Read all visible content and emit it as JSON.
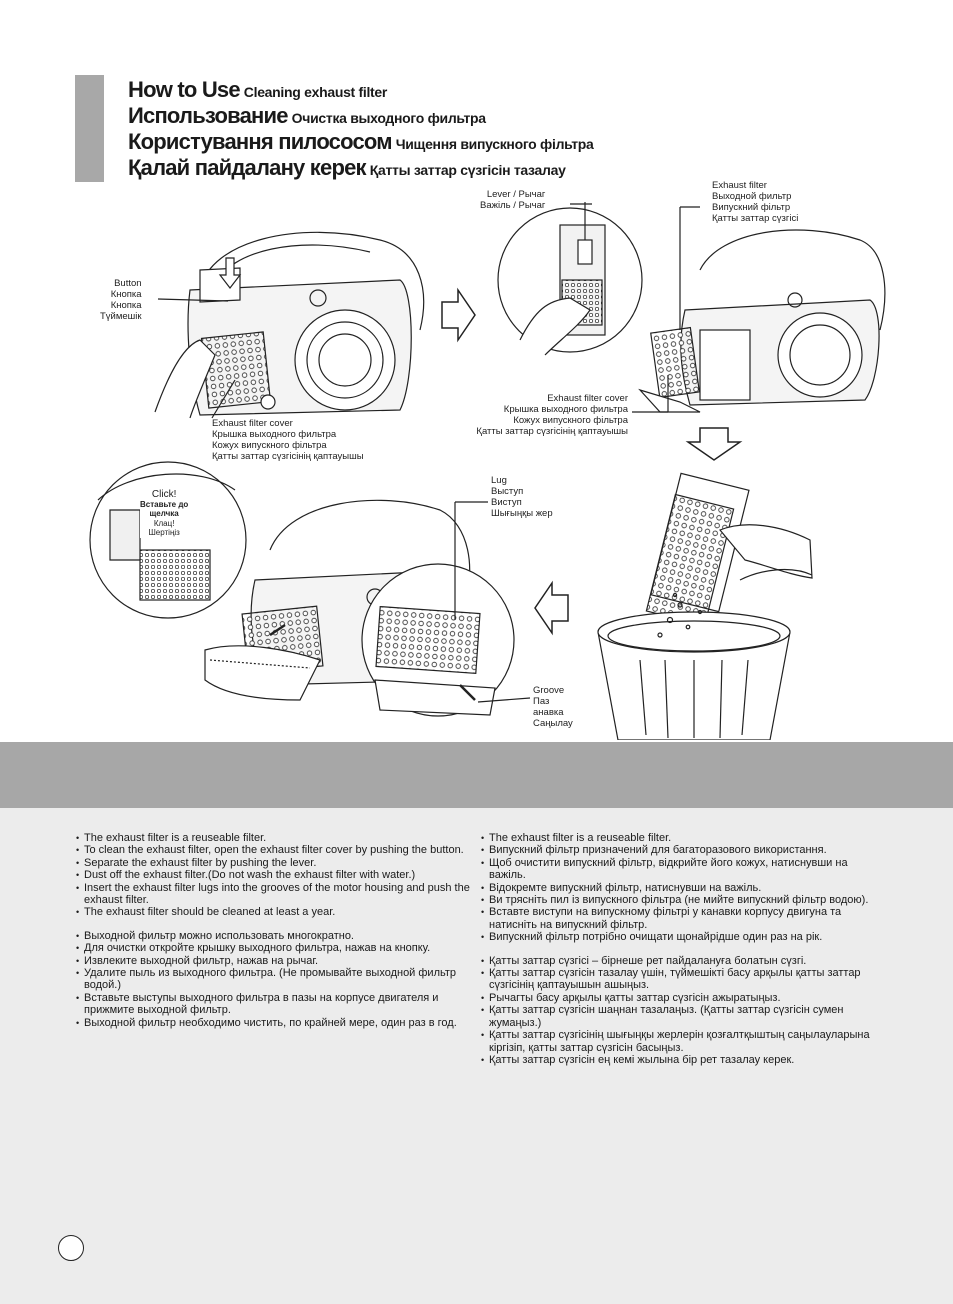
{
  "titles": [
    {
      "main": "How to Use",
      "sub": "Cleaning exhaust filter"
    },
    {
      "main": "Использование",
      "sub": "Очистка выходного фильтра"
    },
    {
      "main": "Користування пилососом",
      "sub": "Чищення випускного фільтра"
    },
    {
      "main": "Қалай пайдалану керек",
      "sub": "Қатты заттар сүзгісін тазалау"
    }
  ],
  "labels": {
    "button": [
      "Button",
      "Кнопка",
      "Кнопка",
      "Түймешік"
    ],
    "exhaust_cover_1": [
      "Exhaust filter cover",
      "Крышка выходного фильтра",
      "Кожух випускного фільтра",
      "Қатты заттар сүзгісінің қаптауышы"
    ],
    "lever": [
      "Lever / Рычаг",
      "Важіль / Рычаг"
    ],
    "exhaust_filter": [
      "Exhaust filter",
      "Выходной фильтр",
      "Випускний фільтр",
      "Қатты заттар сүзгісі"
    ],
    "exhaust_cover_2": [
      "Exhaust filter cover",
      "Крышка выходного фильтра",
      "Кожух випускного фільтра",
      "Қатты заттар сүзгісінің қаптауышы"
    ],
    "click": [
      "Click!",
      "Вставьте до",
      "щелчка",
      "Клац!",
      "Шертіңіз"
    ],
    "lug": [
      "Lug",
      "Выступ",
      "Виступ",
      "Шығыңқы жер"
    ],
    "groove": [
      "Groove",
      "Паз",
      "анавка",
      "Саңылау"
    ]
  },
  "left_column": [
    [
      "The exhaust filter is a reuseable filter.",
      "To clean the exhaust filter, open the exhaust filter cover by pushing the button.",
      "Separate the exhaust filter by pushing the lever.",
      "Dust off the exhaust filter.(Do not wash the exhaust filter with water.)",
      "Insert the exhaust filter lugs into the grooves of the motor housing and push the exhaust filter.",
      "The exhaust filter should be cleaned at least a year."
    ],
    [
      "Выходной фильтр можно использовать многократно.",
      "Для очистки откройте крышку выходного фильтра, нажав на кнопку.",
      "Извлеките выходной фильтр, нажав на рычаг.",
      "Удалите пыль из выходного фильтра. (Не промывайте выходной фильтр водой.)",
      "Вставьте выступы выходного фильтра в пазы на корпусе двигателя и прижмите выходной фильтр.",
      "Выходной фильтр необходимо чистить, по крайней мере, один раз в год."
    ]
  ],
  "right_column": [
    [
      "The exhaust filter is a reuseable filter.",
      "Випускний фільтр призначений для багаторазового використання.",
      "Щоб очистити випускний фільтр, відкрийте його кожух, натиснувши на важіль.",
      "Відокремте випускний фільтр, натиснувши на важіль.",
      "Ви трясніть пил із випускного фільтра (не мийте випускний фільтр водою).",
      "Вставте виступи на випускному фільтрі у канавки корпусу двигуна та натисніть на випускний фільтр.",
      "Випускний фільтр потрібно очищати щонайрідше один раз на рік."
    ],
    [
      "Қатты заттар сүзгісі – бірнеше рет пайдалануға болатын сүзгі.",
      "Қатты заттар сүзгісін тазалау үшін, түймешікті басу арқылы қатты заттар сүзгісінің қаптауышын ашыңыз.",
      "Рычагты басу арқылы қатты заттар сүзгісін ажыратыңыз.",
      "Қатты заттар сүзгісін шаңнан тазалаңыз. (Қатты заттар сүзгісін сумен жумаңыз.)",
      "Қатты заттар сүзгісінің шығыңқы жерлерін қозғалтқыштың саңылауларына кіргізіп, қатты заттар сүзгісін басыңыз.",
      "Қатты заттар сүзгісін ең кемі жылына бір рет тазалау керек."
    ]
  ]
}
